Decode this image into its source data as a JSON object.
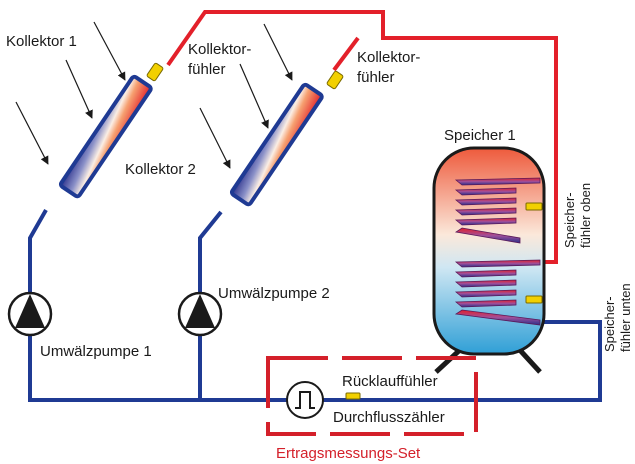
{
  "labels": {
    "collector1": "Kollektor 1",
    "collector2": "Kollektor 2",
    "sensor1_line1": "Kollektor-",
    "sensor1_line2": "fühler",
    "sensor2_line1": "Kollektor-",
    "sensor2_line2": "fühler",
    "storage": "Speicher 1",
    "storage_top_sensor_line1": "Speicher-",
    "storage_top_sensor_line2": "fühler oben",
    "storage_bottom_sensor_line1": "Speicher-",
    "storage_bottom_sensor_line2": "fühler unten",
    "pump1": "Umwälzpumpe 1",
    "pump2": "Umwälzpumpe 2",
    "return_sensor": "Rücklauffühler",
    "flow_meter": "Durchflusszähler",
    "yield_set": "Ertragsmessungs-Set"
  },
  "colors": {
    "hot_pipe": "#e3202a",
    "cold_pipe": "#1f3a93",
    "sensor": "#f2d000",
    "set_frame": "#d4202a",
    "storage_top": "#ee5a3c",
    "storage_bottom": "#2f9fd6"
  }
}
